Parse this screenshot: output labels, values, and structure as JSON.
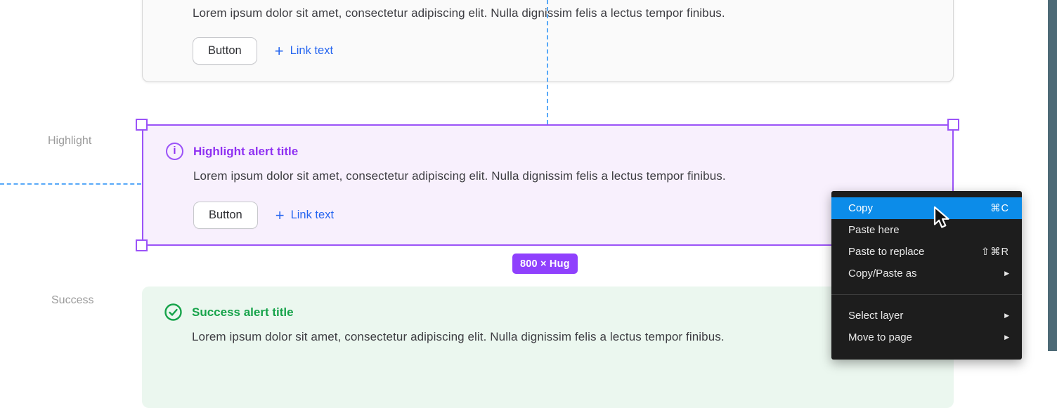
{
  "labels": {
    "highlight": "Highlight",
    "success": "Success"
  },
  "alert_default": {
    "body": "Lorem ipsum dolor sit amet, consectetur adipiscing elit. Nulla dignissim felis a lectus tempor finibus.",
    "button": "Button",
    "plus": "+",
    "link": "Link text"
  },
  "alert_highlight": {
    "icon": "info-circle-icon",
    "icon_glyph": "i",
    "title": "Highlight alert title",
    "body": "Lorem ipsum dolor sit amet, consectetur adipiscing elit. Nulla dignissim felis a lectus tempor finibus.",
    "button": "Button",
    "plus": "+",
    "link": "Link text"
  },
  "alert_success": {
    "icon": "check-circle-icon",
    "title": "Success alert title",
    "body": "Lorem ipsum dolor sit amet, consectetur adipiscing elit. Nulla dignissim felis a lectus tempor finibus."
  },
  "size_badge": {
    "text": "800 × Hug"
  },
  "context_menu": {
    "submenu_arrow": "▶",
    "items": [
      {
        "label": "Copy",
        "shortcut": "⌘C",
        "highlighted": true
      },
      {
        "label": "Paste here",
        "shortcut": ""
      },
      {
        "label": "Paste to replace",
        "shortcut": "⇧⌘R"
      },
      {
        "label": "Copy/Paste as",
        "submenu": true
      },
      {
        "divider": true
      },
      {
        "label": "Select layer",
        "submenu": true
      },
      {
        "label": "Move to page",
        "submenu": true
      }
    ]
  },
  "colors": {
    "selection_purple": "#9747FF",
    "highlight_bg": "#F8F0FD",
    "success_green": "#16A34A",
    "success_bg": "#EBF7EF",
    "link_blue": "#2565F0",
    "menu_bg": "#1D1D1D",
    "menu_highlight_blue": "#0C8CE9",
    "guide_blue": "#58A9F8",
    "badge_purple": "#8F40FD",
    "side_strip_teal": "#4D6A76"
  }
}
